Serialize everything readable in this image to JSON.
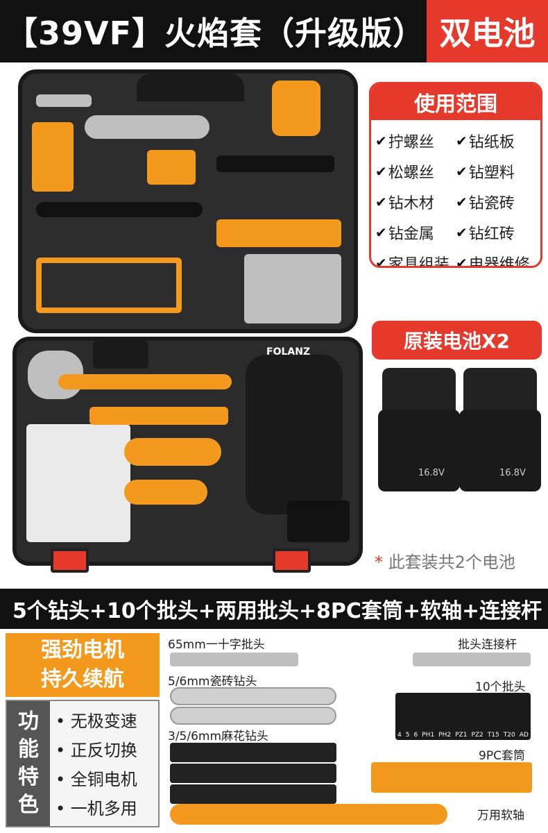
{
  "header": {
    "title": "【39VF】火焰套（升级版）",
    "badge": "双电池"
  },
  "usage": {
    "title": "使用范围",
    "items": [
      "拧螺丝",
      "钻纸板",
      "松螺丝",
      "钻塑料",
      "钻木材",
      "钻瓷砖",
      "钻金属",
      "钻红砖",
      "家具组装",
      "电器维修"
    ]
  },
  "battery": {
    "title": "原装电池X2",
    "label": "16.8V",
    "note_star": "*",
    "note": "此套装共2个电池"
  },
  "drill": {
    "brand": "FOLANZ"
  },
  "accessories": {
    "banner": "5个钻头+10个批头+两用批头+8PC套筒+软轴+连接杆",
    "motor_line1": "强劲电机",
    "motor_line2": "持久续航",
    "features_label": [
      "功",
      "能",
      "特",
      "色"
    ],
    "features": [
      "• 无极变速",
      "• 正反切换",
      "• 全铜电机",
      "• 一机多用"
    ],
    "labels": {
      "bit_65": "65mm一十字批头",
      "tile": "5/6mm瓷砖钻头",
      "twist": "3/5/6mm麻花钻头",
      "extension": "批头连接杆",
      "bits10": "10个批头",
      "socket": "9PC套筒",
      "flex": "万用软轴"
    },
    "bit_codes": [
      "4",
      "5",
      "6",
      "PH1",
      "PH2",
      "PZ1",
      "PZ2",
      "T15",
      "T20",
      "AD"
    ]
  },
  "colors": {
    "accent": "#e53a2b",
    "orange": "#f39a1e",
    "dark": "#111111"
  }
}
